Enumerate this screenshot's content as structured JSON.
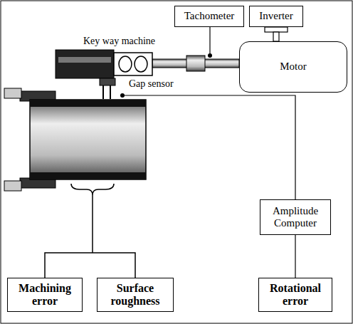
{
  "diagram": {
    "nodes": [
      {
        "text": [
          "Tachometer"
        ]
      },
      {
        "text": [
          "Inverter"
        ]
      },
      {
        "text": [
          "Motor"
        ]
      },
      {
        "text": [
          "Amplitude Computer"
        ]
      },
      {
        "text": [
          "Machining error"
        ]
      },
      {
        "text": [
          "Surface roughness"
        ]
      },
      {
        "text": [
          "Rotational error"
        ]
      }
    ],
    "edges": [
      {
        "from": 3,
        "to": 6,
        "arrow": "none"
      }
    ],
    "labels": [
      "Key way machine",
      "Gap sensor"
    ]
  }
}
